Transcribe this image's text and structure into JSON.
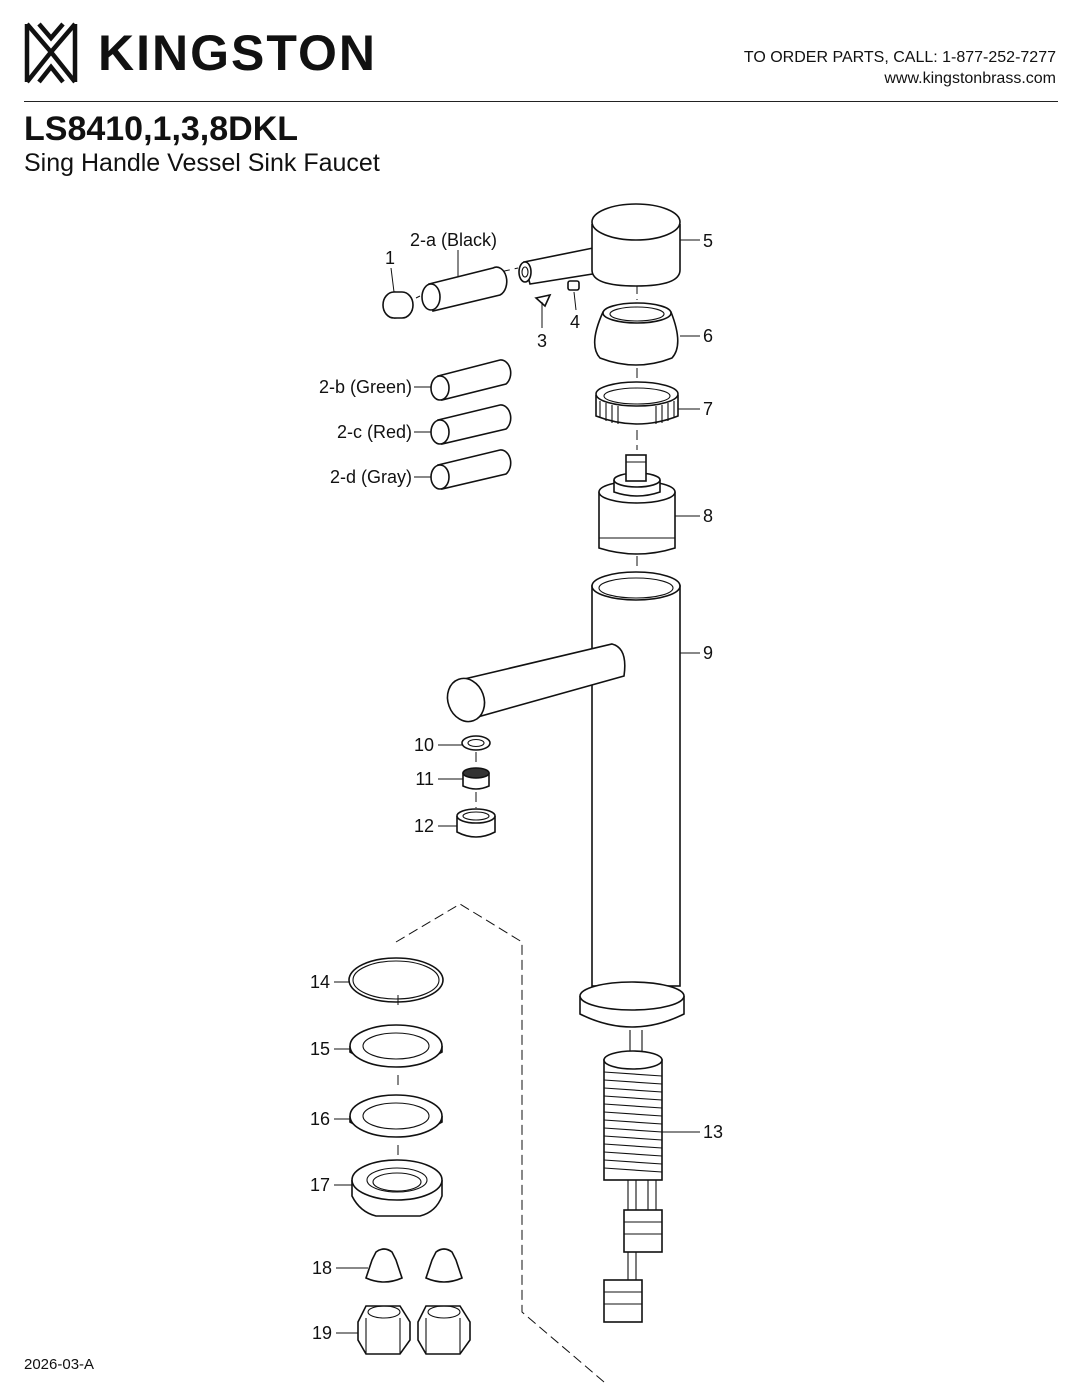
{
  "header": {
    "brand": "KINGSTON",
    "order_line": "TO ORDER PARTS, CALL: 1-877-252-7277",
    "website": "www.kingstonbrass.com"
  },
  "product": {
    "model": "LS8410,1,3,8DKL",
    "description": "Sing Handle Vessel Sink Faucet"
  },
  "parts": [
    {
      "id": "1",
      "label": "1"
    },
    {
      "id": "2a",
      "label": "2-a (Black)"
    },
    {
      "id": "2b",
      "label": "2-b (Green)"
    },
    {
      "id": "2c",
      "label": "2-c (Red)"
    },
    {
      "id": "2d",
      "label": "2-d (Gray)"
    },
    {
      "id": "3",
      "label": "3"
    },
    {
      "id": "4",
      "label": "4"
    },
    {
      "id": "5",
      "label": "5"
    },
    {
      "id": "6",
      "label": "6"
    },
    {
      "id": "7",
      "label": "7"
    },
    {
      "id": "8",
      "label": "8"
    },
    {
      "id": "9",
      "label": "9"
    },
    {
      "id": "10",
      "label": "10"
    },
    {
      "id": "11",
      "label": "11"
    },
    {
      "id": "12",
      "label": "12"
    },
    {
      "id": "13",
      "label": "13"
    },
    {
      "id": "14",
      "label": "14"
    },
    {
      "id": "15",
      "label": "15"
    },
    {
      "id": "16",
      "label": "16"
    },
    {
      "id": "17",
      "label": "17"
    },
    {
      "id": "18",
      "label": "18"
    },
    {
      "id": "19",
      "label": "19"
    }
  ],
  "footer": {
    "revision": "2026-03-A"
  }
}
